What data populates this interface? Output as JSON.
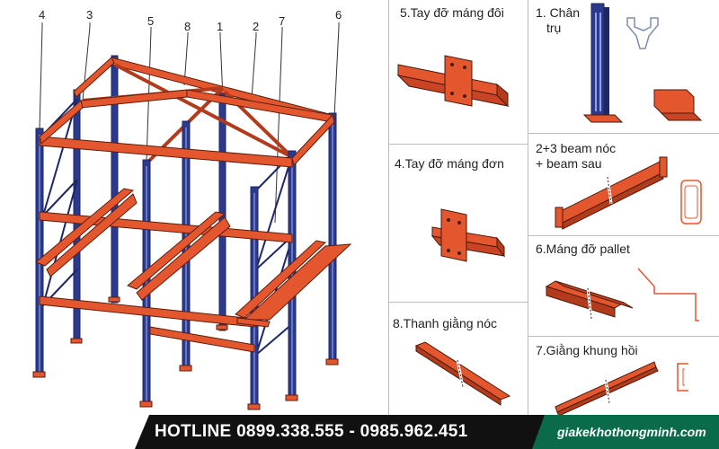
{
  "colors": {
    "upright_blue": "#2b3a8c",
    "beam_orange": "#e4572e",
    "outline": "#3a1a10",
    "banner_dark": "#111111",
    "divider": "#bdbdbd"
  },
  "callouts": [
    "4",
    "3",
    "5",
    "8",
    "1",
    "2",
    "7",
    "6"
  ],
  "panels": {
    "tay_do_mang_doi": {
      "label": "5.Tay đỡ máng đôi"
    },
    "chan_tru": {
      "label_line1": "1. Chân",
      "label_line2": "trụ"
    },
    "tay_do_mang_don": {
      "label": "4.Tay đỡ máng đơn"
    },
    "beam_noc": {
      "label_line1": "2+3 beam nóc",
      "label_line2": "+ beam sau"
    },
    "mang_do_pallet": {
      "label": "6.Máng đỡ pallet"
    },
    "thanh_giang_noc": {
      "label": "8.Thanh giằng nóc"
    },
    "giang_khung_hoi": {
      "label": "7.Giằng khung hồi"
    }
  },
  "banner": {
    "hotline": "HOTLINE 0899.338.555 - 0985.962.451",
    "website": "giakekhothongminh.com"
  }
}
